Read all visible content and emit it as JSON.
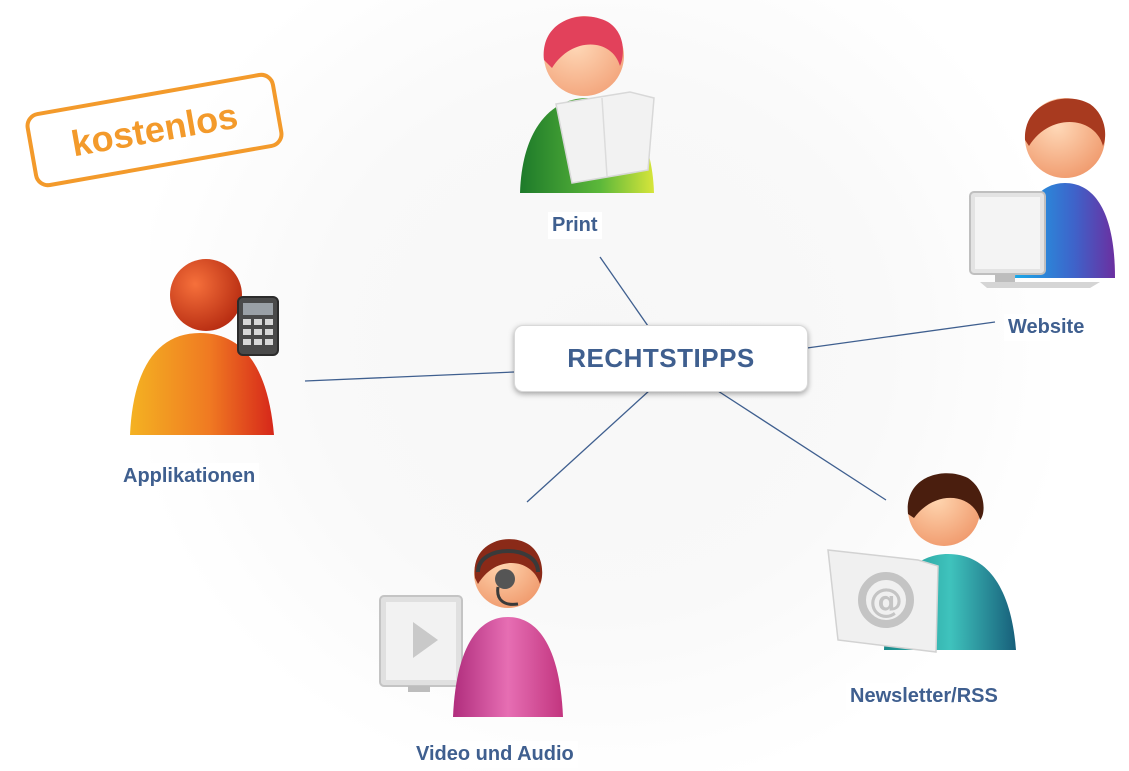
{
  "badge": {
    "text": "kostenlos",
    "color": "#f39a2b"
  },
  "center": {
    "label": "RECHTSTIPPS"
  },
  "channels": {
    "print": {
      "label": "Print",
      "icon": "person-reading-paper-icon"
    },
    "website": {
      "label": "Website",
      "icon": "person-at-computer-icon"
    },
    "applikationen": {
      "label": "Applikationen",
      "icon": "person-with-phone-icon"
    },
    "video": {
      "label": "Video und Audio",
      "icon": "person-with-headset-video-icon"
    },
    "newsletter": {
      "label": "Newsletter/RSS",
      "icon": "person-with-email-icon"
    }
  },
  "colors": {
    "label_text": "#3f5f8f",
    "connector": "#3f5f8f"
  }
}
